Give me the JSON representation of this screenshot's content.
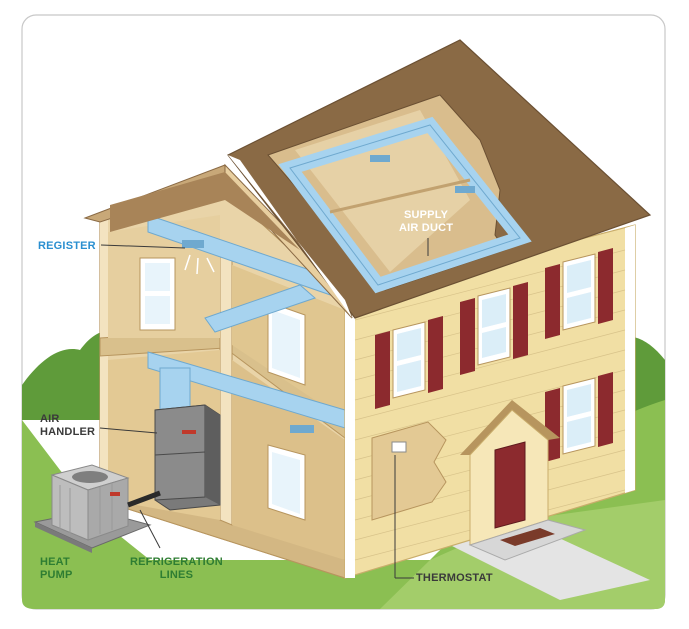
{
  "labels": {
    "register": "REGISTER",
    "supply_air_duct": [
      "SUPPLY",
      "AIR DUCT"
    ],
    "air_handler": [
      "AIR",
      "HANDLER"
    ],
    "heat_pump": [
      "HEAT",
      "PUMP"
    ],
    "refrigeration_lines": [
      "REFRIGERATION",
      "LINES"
    ],
    "thermostat": "THERMOSTAT"
  },
  "colors": {
    "register": "#2a8fd0",
    "supply_air_duct": "#ffffff",
    "air_handler": "#3a3a3a",
    "heat_pump": "#2e7d32",
    "refrigeration_lines": "#2e7d32",
    "thermostat": "#3a3a3a",
    "siding": "#f1dfa4",
    "roof": "#8a6a45",
    "shutters": "#8c2a2e",
    "duct": "#a7d3ef",
    "grass": "#7fb24a"
  }
}
